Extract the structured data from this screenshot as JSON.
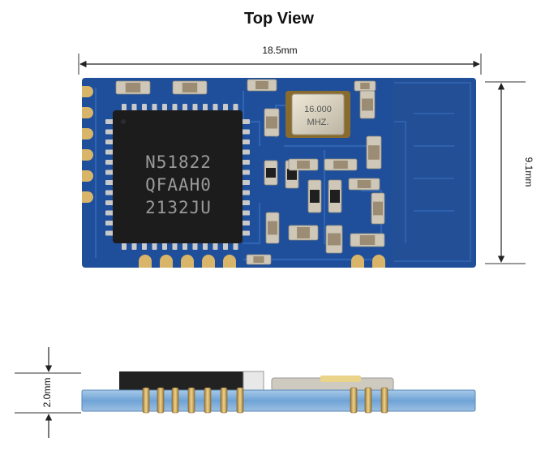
{
  "title": "Top View",
  "dimensions": {
    "width_label": "18.5mm",
    "height_label": "9.1mm",
    "thickness_label": "2.0mm"
  },
  "chip": {
    "line1": "N51822",
    "line2": "QFAAH0",
    "line3": "2132JU"
  },
  "crystal": {
    "line1": "16.000",
    "line2": "MHZ."
  },
  "colors": {
    "pcb": "#1f4f9a",
    "pcb_dark": "#173f80",
    "pad_gold": "#d9b56a",
    "chip_black": "#1c1c1c",
    "crystal_silver": "#d8d2c2"
  }
}
